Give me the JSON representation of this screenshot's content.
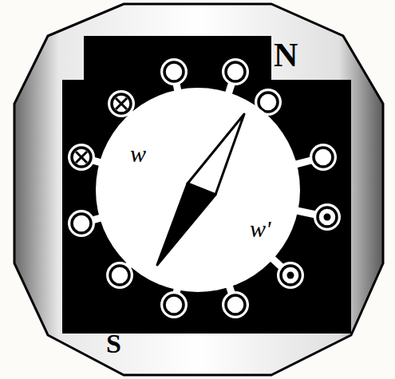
{
  "diagram": {
    "labels": [
      "N",
      "S",
      "w",
      "w'"
    ]
  }
}
